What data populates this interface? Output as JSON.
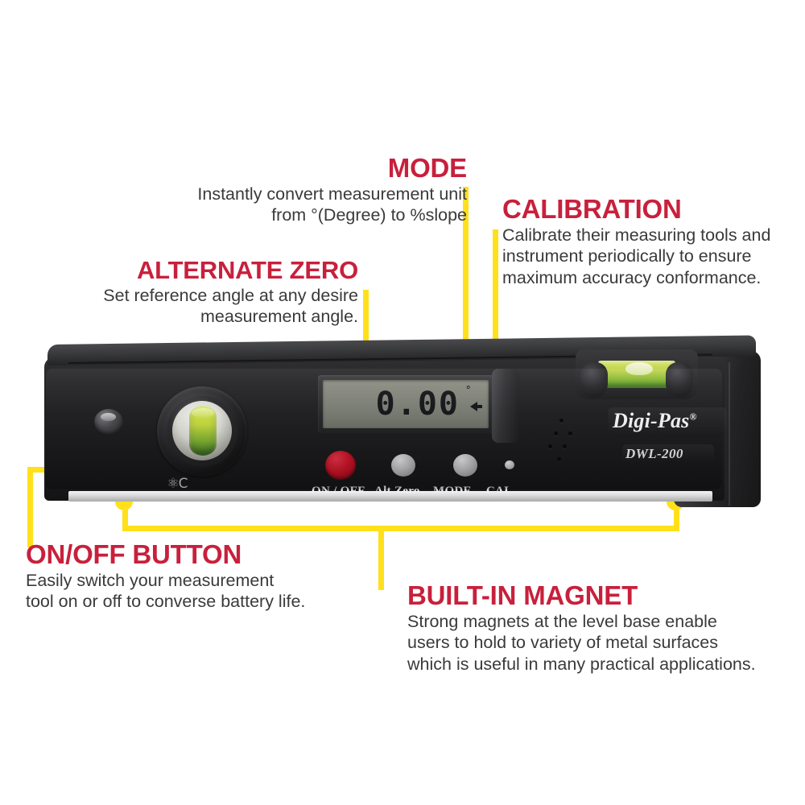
{
  "callouts": [
    {
      "id": "mode",
      "title": "MODE",
      "body": "Instantly convert measurement unit\nfrom °(Degree) to %slope"
    },
    {
      "id": "calibration",
      "title": "CALIBRATION",
      "body": "Calibrate their measuring tools and\ninstrument periodically to ensure\nmaximum accuracy conformance."
    },
    {
      "id": "alternate-zero",
      "title": "ALTERNATE ZERO",
      "body": "Set reference angle at any desire\nmeasurement angle."
    },
    {
      "id": "on-off-button",
      "title": "ON/OFF BUTTON",
      "body": "Easily switch your measurement\ntool on or off to converse battery life."
    },
    {
      "id": "built-in-magnet",
      "title": "BUILT-IN MAGNET",
      "body": "Strong magnets at the level base enable\nusers to hold to variety of metal surfaces\nwhich is useful in many practical applications."
    }
  ],
  "device": {
    "brand": "Digi-Pas",
    "brand_registered_mark": "®",
    "model": "DWL-200",
    "cert_mark": "⚛Ⅽ",
    "display": {
      "value": "0.00",
      "unit_symbol": "°"
    },
    "buttons": [
      {
        "id": "on-off",
        "label": "ON / OFF",
        "color": "#cc1326"
      },
      {
        "id": "alt-zero",
        "label": "Alt.Zero",
        "color": "#b9b9bc"
      },
      {
        "id": "mode",
        "label": "MODE",
        "color": "#b9b9bc"
      },
      {
        "id": "cal",
        "label": "CAL",
        "color": "#bdbdc0"
      }
    ]
  },
  "colors": {
    "accent_red": "#c8203c",
    "leader_yellow": "#ffe01b",
    "body_text": "#3a3a3a",
    "device_black": "#1e1e20",
    "vial_green": "#bcd34b"
  }
}
